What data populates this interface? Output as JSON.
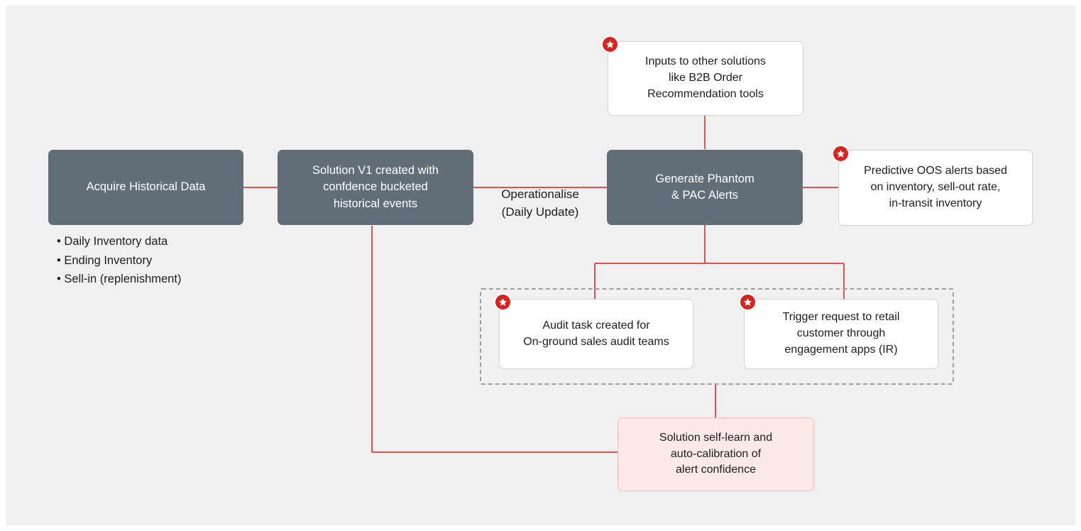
{
  "canvas": {
    "background": "#f0f0f0",
    "page_background": "#ffffff"
  },
  "palette": {
    "slate": "#616e78",
    "connector_red": "#e05252",
    "badge_red": "#d9231e",
    "pink_fill": "#fbe9e7",
    "pink_border": "#f2bdb6",
    "white_fill": "#ffffff",
    "white_border": "#d2d2d2",
    "group_dash": "#9e9e9e",
    "text_dark": "#1d1d1d"
  },
  "diagram": {
    "type": "flowchart",
    "nodes": {
      "acquire": {
        "label": "Acquire Historical Data",
        "style": "slate"
      },
      "solution_v1": {
        "label": "Solution V1 created with\nconfdence bucketed\nhistorical events",
        "style": "slate"
      },
      "generate_alerts": {
        "label": "Generate Phantom\n& PAC Alerts",
        "style": "slate"
      },
      "inputs_other": {
        "label": "Inputs to other solutions\nlike B2B Order\nRecommendation tools",
        "style": "white",
        "badge": "star-badge"
      },
      "predictive_oos": {
        "label": "Predictive OOS alerts based\non inventory, sell-out rate,\nin-transit inventory",
        "style": "white",
        "badge": "star-badge"
      },
      "audit_task": {
        "label": "Audit task created for\nOn-ground sales audit teams",
        "style": "white",
        "badge": "star-badge"
      },
      "trigger_request": {
        "label": "Trigger request to retail\ncustomer through\nengagement apps (IR)",
        "style": "white",
        "badge": "star-badge"
      },
      "self_learn": {
        "label": "Solution self-learn and\nauto-calibration of\nalert confidence",
        "style": "pink"
      }
    },
    "edge_labels": {
      "operationalise": "Operationalise\n(Daily Update)"
    },
    "bullets": [
      "Daily Inventory data",
      "Ending Inventory",
      "Sell-in (replenishment)"
    ],
    "group": {
      "label": "",
      "border_style": "dashed"
    }
  }
}
